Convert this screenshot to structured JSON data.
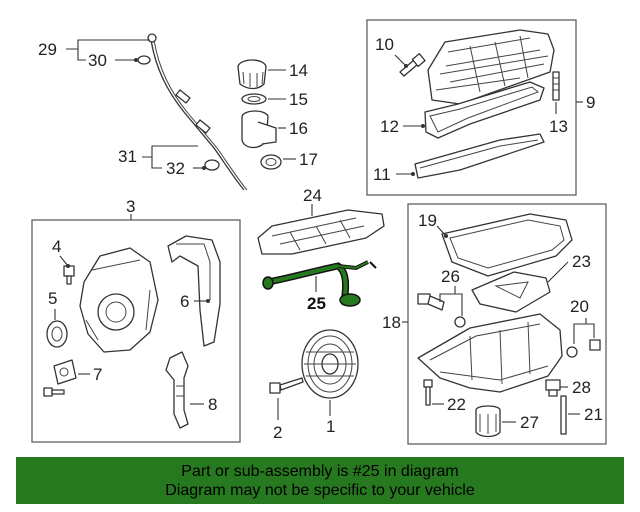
{
  "highlight_color": "#27791f",
  "callouts": {
    "c29": "29",
    "c30": "30",
    "c31": "31",
    "c32": "32",
    "c14": "14",
    "c15": "15",
    "c16": "16",
    "c17": "17",
    "c10": "10",
    "c12": "12",
    "c11": "11",
    "c13": "13",
    "c9": "9",
    "c3": "3",
    "c4": "4",
    "c5": "5",
    "c6": "6",
    "c7": "7",
    "c8": "8",
    "c24": "24",
    "c25": "25",
    "c19": "19",
    "c23": "23",
    "c26": "26",
    "c20": "20",
    "c18": "18",
    "c22": "22",
    "c28": "28",
    "c27": "27",
    "c21": "21",
    "c2": "2",
    "c1": "1"
  },
  "footer": {
    "line1": "Part or sub-assembly is #25 in diagram",
    "line2": "Diagram may not be specific to your vehicle"
  }
}
